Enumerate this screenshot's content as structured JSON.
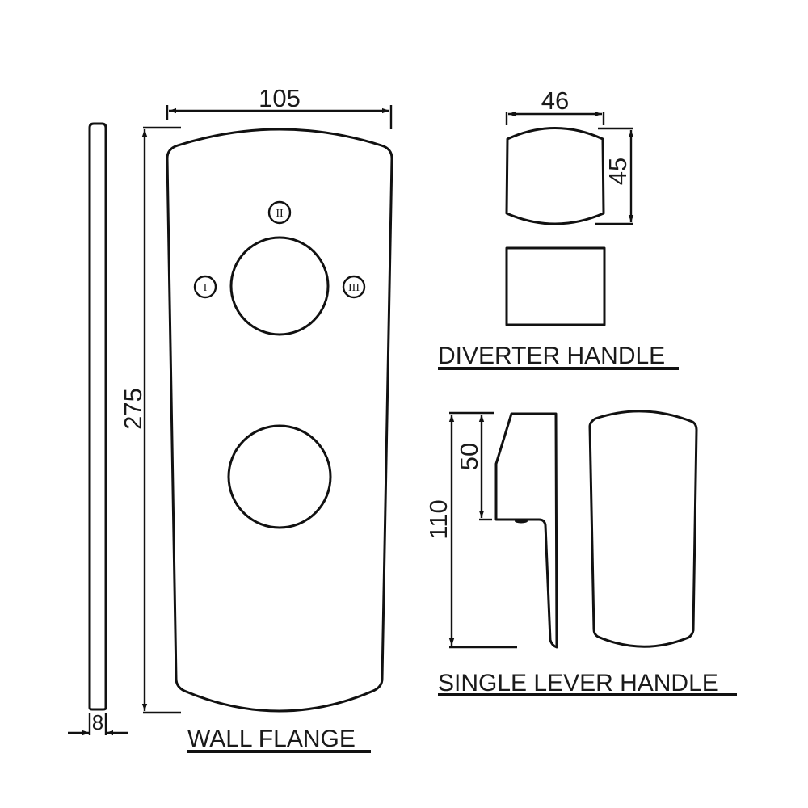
{
  "drawing": {
    "colors": {
      "line": "#111111",
      "background": "#ffffff"
    },
    "wall_flange": {
      "label": "WALL FLANGE",
      "dimensions": {
        "width": "105",
        "height": "275",
        "thickness": "8"
      },
      "markers": [
        "I",
        "II",
        "III"
      ]
    },
    "diverter_handle": {
      "label": "DIVERTER HANDLE",
      "dimensions": {
        "width": "46",
        "height": "45"
      }
    },
    "single_lever_handle": {
      "label": "SINGLE LEVER HANDLE",
      "dimensions": {
        "total_height": "110",
        "upper_height": "50"
      }
    }
  }
}
